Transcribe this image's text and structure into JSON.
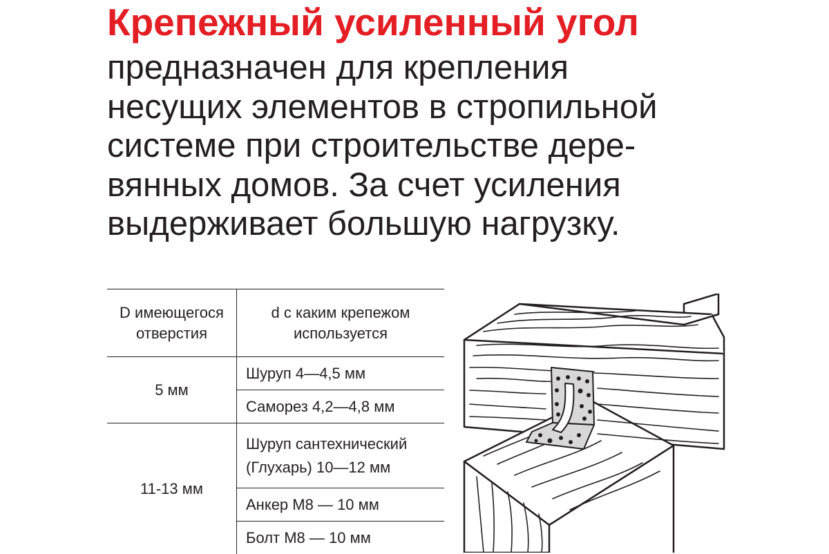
{
  "title": "Крепежный усиленный угол",
  "description_lines": [
    "предназначен для крепления",
    "несущих элементов в стропильной",
    "системе при строительстве дере-",
    "вянных домов. За счет усиления",
    "выдерживает большую нагрузку."
  ],
  "table": {
    "header_hole": [
      "D имеющегося",
      "отверстия"
    ],
    "header_fastener": [
      "d с каким крепежом",
      "используется"
    ],
    "groups": [
      {
        "hole": "5 мм",
        "fasteners": [
          [
            "Шуруп 4—4,5 мм"
          ],
          [
            "Саморез 4,2—4,8 мм"
          ]
        ]
      },
      {
        "hole": "11-13 мм",
        "fasteners": [
          [
            "Шуруп сантехнический",
            "(Глухарь) 10—12 мм"
          ],
          [
            "Анкер М8 — 10 мм"
          ],
          [
            "Болт М8 — 10 мм"
          ]
        ]
      }
    ]
  },
  "colors": {
    "title_red": "#e31e24",
    "text": "#231f20",
    "line": "#231f20",
    "plate": "#d8d8d8"
  }
}
